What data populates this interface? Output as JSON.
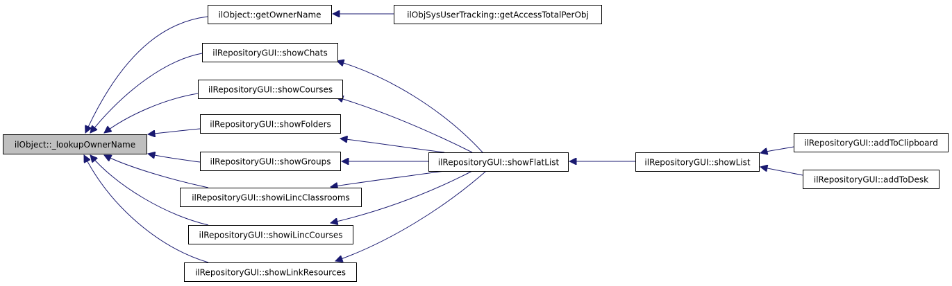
{
  "colors": {
    "edge": "#191970",
    "node_fill": "#ffffff",
    "focus_fill": "#bfbfbf",
    "border": "#000000"
  },
  "nodes": [
    {
      "id": "lookup",
      "label": "ilObject::_lookupOwnerName",
      "focus": true
    },
    {
      "id": "getOwnerName",
      "label": "ilObject::getOwnerName"
    },
    {
      "id": "getAccessTotal",
      "label": "ilObjSysUserTracking::getAccessTotalPerObj"
    },
    {
      "id": "showChats",
      "label": "ilRepositoryGUI::showChats"
    },
    {
      "id": "showCourses",
      "label": "ilRepositoryGUI::showCourses"
    },
    {
      "id": "showFolders",
      "label": "ilRepositoryGUI::showFolders"
    },
    {
      "id": "showGroups",
      "label": "ilRepositoryGUI::showGroups"
    },
    {
      "id": "showiLincClassrooms",
      "label": "ilRepositoryGUI::showiLincClassrooms"
    },
    {
      "id": "showiLincCourses",
      "label": "ilRepositoryGUI::showiLincCourses"
    },
    {
      "id": "showLinkResources",
      "label": "ilRepositoryGUI::showLinkResources"
    },
    {
      "id": "showFlatList",
      "label": "ilRepositoryGUI::showFlatList"
    },
    {
      "id": "showList",
      "label": "ilRepositoryGUI::showList"
    },
    {
      "id": "addToClipboard",
      "label": "ilRepositoryGUI::addToClipboard"
    },
    {
      "id": "addToDesk",
      "label": "ilRepositoryGUI::addToDesk"
    }
  ],
  "edges": [
    {
      "from": "getOwnerName",
      "to": "lookup"
    },
    {
      "from": "showChats",
      "to": "lookup"
    },
    {
      "from": "showCourses",
      "to": "lookup"
    },
    {
      "from": "showFolders",
      "to": "lookup"
    },
    {
      "from": "showGroups",
      "to": "lookup"
    },
    {
      "from": "showiLincClassrooms",
      "to": "lookup"
    },
    {
      "from": "showiLincCourses",
      "to": "lookup"
    },
    {
      "from": "showLinkResources",
      "to": "lookup"
    },
    {
      "from": "getAccessTotal",
      "to": "getOwnerName"
    },
    {
      "from": "showFlatList",
      "to": "showChats"
    },
    {
      "from": "showFlatList",
      "to": "showCourses"
    },
    {
      "from": "showFlatList",
      "to": "showFolders"
    },
    {
      "from": "showFlatList",
      "to": "showGroups"
    },
    {
      "from": "showFlatList",
      "to": "showiLincClassrooms"
    },
    {
      "from": "showFlatList",
      "to": "showiLincCourses"
    },
    {
      "from": "showFlatList",
      "to": "showLinkResources"
    },
    {
      "from": "showList",
      "to": "showFlatList"
    },
    {
      "from": "addToClipboard",
      "to": "showList"
    },
    {
      "from": "addToDesk",
      "to": "showList"
    }
  ]
}
